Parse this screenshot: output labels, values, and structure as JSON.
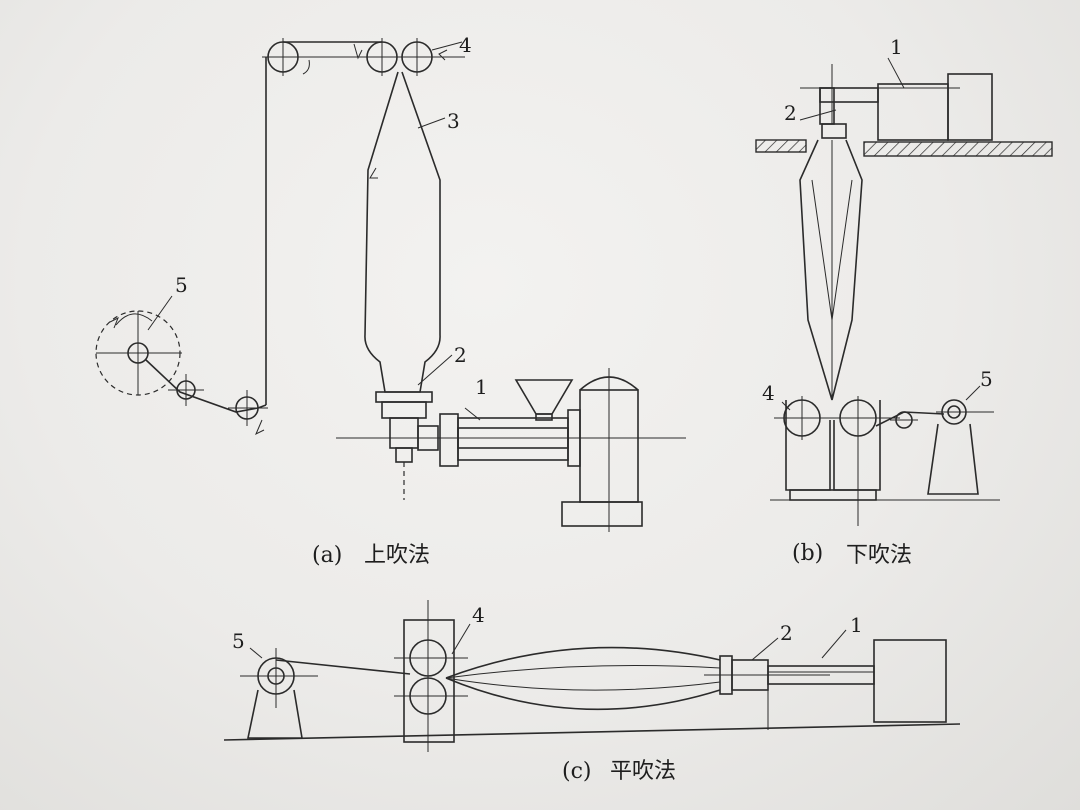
{
  "captions": {
    "a_letter": "(a)",
    "a_name": "上吹法",
    "b_letter": "(b)",
    "b_name": "下吹法",
    "c_letter": "(c)",
    "c_name": "平吹法"
  },
  "labels": {
    "a": [
      "1",
      "2",
      "3",
      "4",
      "5"
    ],
    "b": [
      "1",
      "2",
      "4",
      "5"
    ],
    "c": [
      "1",
      "2",
      "4",
      "5"
    ]
  },
  "colors": {
    "ink": "#2b2b2b",
    "paper": "#ecebe9"
  }
}
